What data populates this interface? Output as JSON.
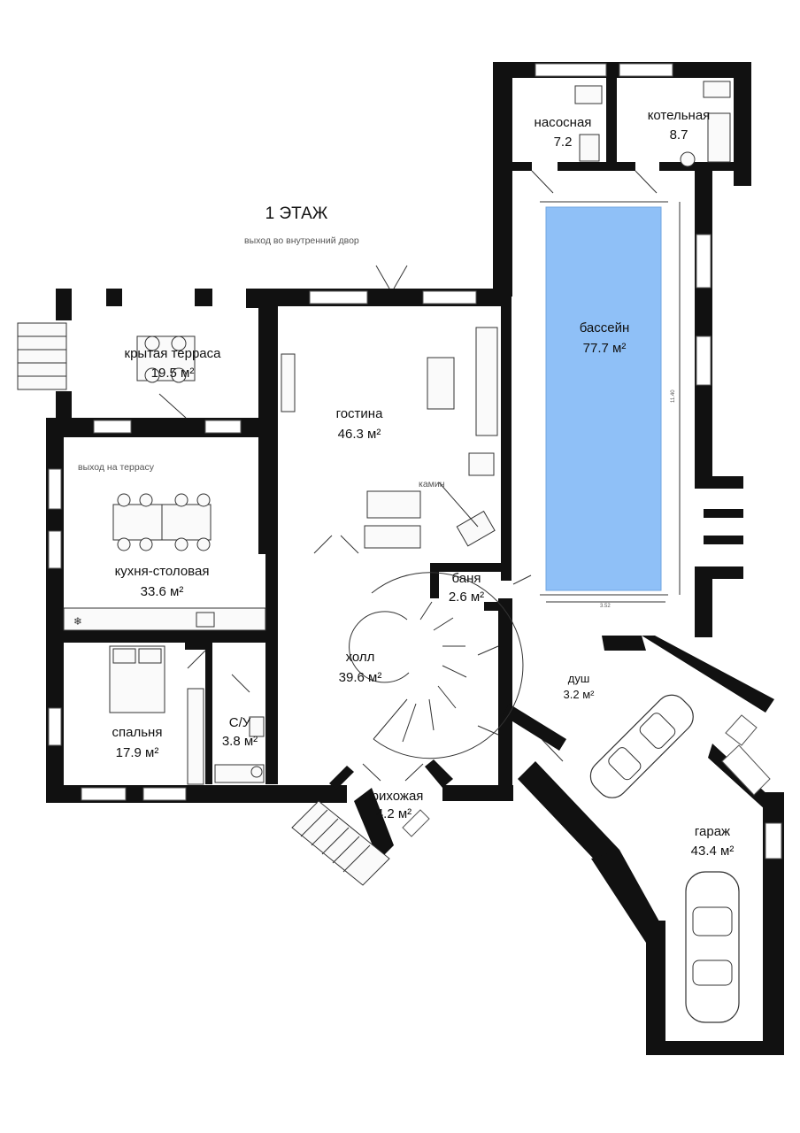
{
  "floor_title": "1 ЭТАЖ",
  "notes": {
    "courtyard_exit": "выход во внутренний двор",
    "terrace_exit": "выход на террасу",
    "fireplace": "камин"
  },
  "dimensions": {
    "pool_length": "11.40",
    "pool_width": "3.52"
  },
  "rooms": {
    "pump_room": {
      "name": "насосная",
      "area": "7.2"
    },
    "boiler_room": {
      "name": "котельная",
      "area": "8.7"
    },
    "covered_terrace": {
      "name": "крытая терраса",
      "area": "19.5 м²"
    },
    "living_room": {
      "name": "гостина",
      "area": "46.3 м²"
    },
    "pool": {
      "name": "бассейн",
      "area": "77.7 м²"
    },
    "kitchen_dining": {
      "name": "кухня-столовая",
      "area": "33.6 м²"
    },
    "sauna": {
      "name": "баня",
      "area": "2.6 м²"
    },
    "hall": {
      "name": "холл",
      "area": "39.6 м²"
    },
    "shower": {
      "name": "душ",
      "area": "3.2 м²"
    },
    "bedroom": {
      "name": "спальня",
      "area": "17.9 м²"
    },
    "bathroom": {
      "name": "С/У",
      "area": "3.8 м²"
    },
    "entrance": {
      "name": "прихожая",
      "area": "4.2 м²"
    },
    "garage": {
      "name": "гараж",
      "area": "43.4 м²"
    }
  },
  "colors": {
    "wall": "#111111",
    "pool_water": "#8fc0f7",
    "window": "#ffffff"
  }
}
